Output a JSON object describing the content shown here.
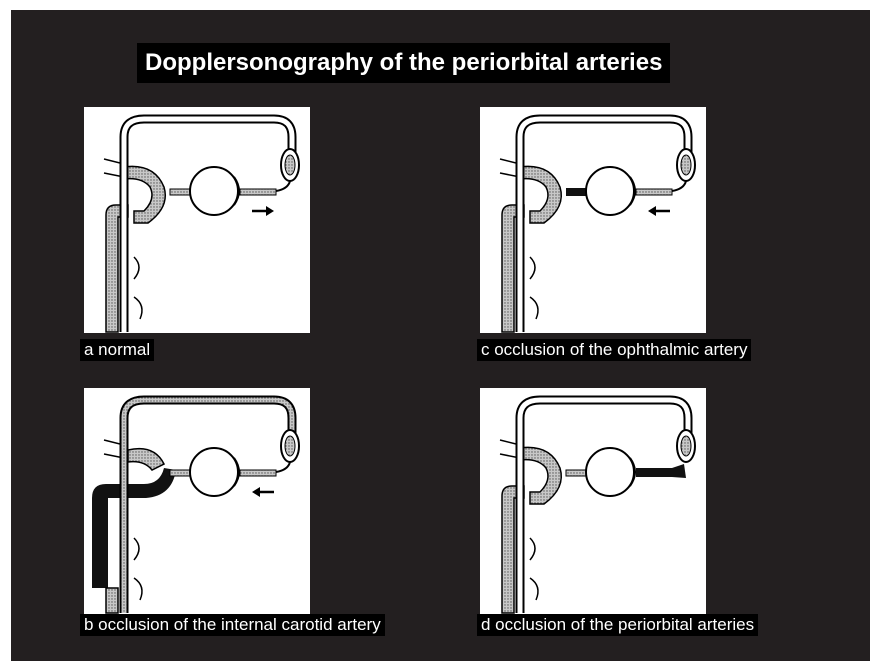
{
  "title": "Dopplersonography of the periorbital arteries",
  "panels": [
    {
      "id": "a",
      "caption": "a  normal"
    },
    {
      "id": "b",
      "caption": "b  occlusion of the internal carotid artery"
    },
    {
      "id": "c",
      "caption": "c  occlusion of the ophthalmic artery"
    },
    {
      "id": "d",
      "caption": "d  occlusion of the periorbital arteries"
    }
  ],
  "colors": {
    "background": "#231f20",
    "caption_bg": "#000000",
    "text": "#ffffff",
    "stipple": "#b8b8b8",
    "occlusion": "#111111"
  }
}
